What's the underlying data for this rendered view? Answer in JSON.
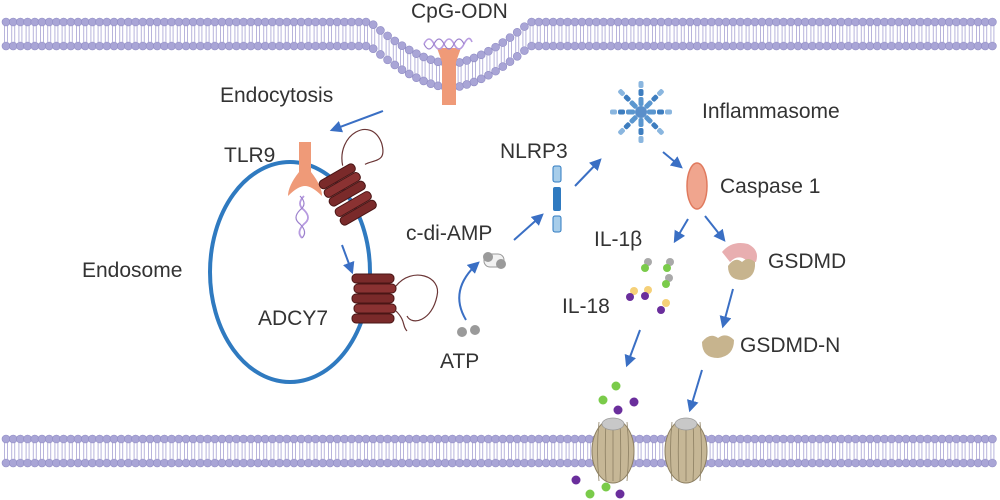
{
  "title": "CpG-ODN / TLR9 / ADCY7 inflammasome pyroptosis pathway",
  "labels": {
    "cpg_odn": "CpG-ODN",
    "endocytosis": "Endocytosis",
    "tlr9": "TLR9",
    "endosome": "Endosome",
    "adcy7": "ADCY7",
    "c_di_amp": "c-di-AMP",
    "atp": "ATP",
    "nlrp3": "NLRP3",
    "inflammasome": "Inflammasome",
    "caspase1": "Caspase 1",
    "il1b": "IL-1β",
    "il18": "IL-18",
    "gsdmd": "GSDMD",
    "gsdmd_n": "GSDMD-N"
  },
  "colors": {
    "membrane_head": "#a9a5d6",
    "membrane_head_stroke": "#8f8bc4",
    "endosome": "#2f7ac0",
    "arrow": "#3a6fc4",
    "receptor": "#ef9a78",
    "adcy7": "#7a2a2a",
    "dna": "#b79be0",
    "nlrp3": "#2f7ac0",
    "caspase": "#f0a58e",
    "gsdmd_c": "#e8aeb0",
    "gsdmd_n": "#c7b48e",
    "pore": "#c6b796",
    "il1b_green": "#7acb4a",
    "il1b_gray": "#a9a9a9",
    "il18_purple": "#6a2e9c",
    "il18_yellow": "#f5d078",
    "atp_gray": "#9a9a9a"
  }
}
